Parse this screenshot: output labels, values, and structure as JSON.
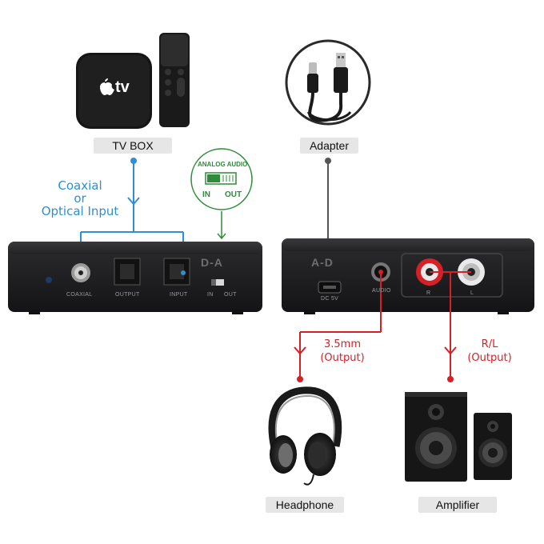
{
  "labels": {
    "tv_box": "TV BOX",
    "adapter": "Adapter",
    "headphone": "Headphone",
    "amplifier": "Amplifier"
  },
  "input_note": {
    "line1": "Coaxial",
    "line2": "or",
    "line3": "Optical Input"
  },
  "switch_badge": {
    "title": "ANALOG AUDIO",
    "in": "IN",
    "out": "OUT"
  },
  "apple_tv_logo_text": "tv",
  "outputs": {
    "headphone_line1": "3.5mm",
    "headphone_line2": "(Output)",
    "amp_line1": "R/L",
    "amp_line2": "(Output)"
  },
  "left_device": {
    "brand": "D-A",
    "port_labels": [
      "COAXIAL",
      "OUTPUT",
      "INPUT",
      "IN",
      "OUT"
    ]
  },
  "right_device": {
    "brand": "A-D",
    "port_labels": [
      "DC 5V",
      "AUDIO",
      "R",
      "L"
    ]
  },
  "colors": {
    "blue": "#2f8fd0",
    "red": "#d62027",
    "green": "#2e8b3a",
    "device": "#1e1e20"
  }
}
